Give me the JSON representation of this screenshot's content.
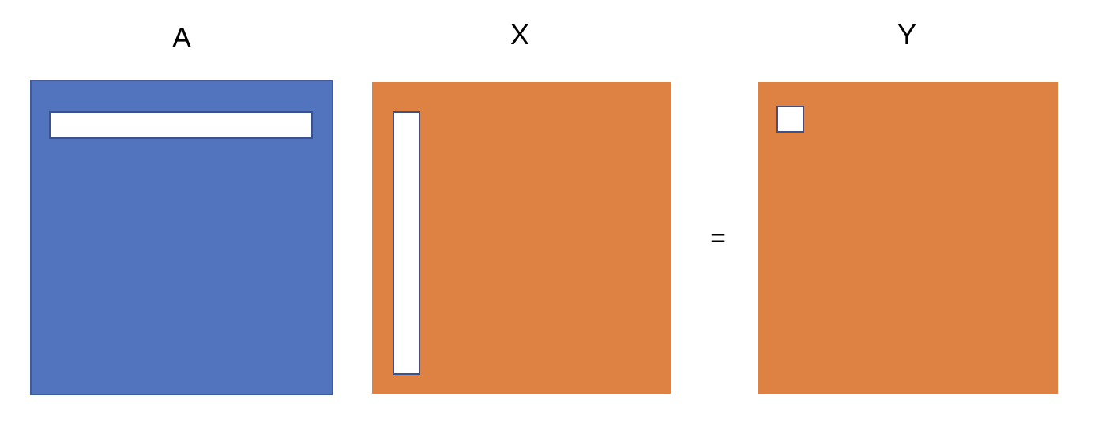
{
  "labels": {
    "a": "A",
    "x": "X",
    "y": "Y",
    "equals": "="
  },
  "colors": {
    "matrix_a_fill": "#5274be",
    "matrix_a_border": "#3f5b9e",
    "matrix_xy_fill": "#de8244",
    "highlight_fill": "#ffffff",
    "highlight_border": "#3b528f"
  },
  "highlights": {
    "a": "row",
    "x": "column",
    "y": "element"
  }
}
